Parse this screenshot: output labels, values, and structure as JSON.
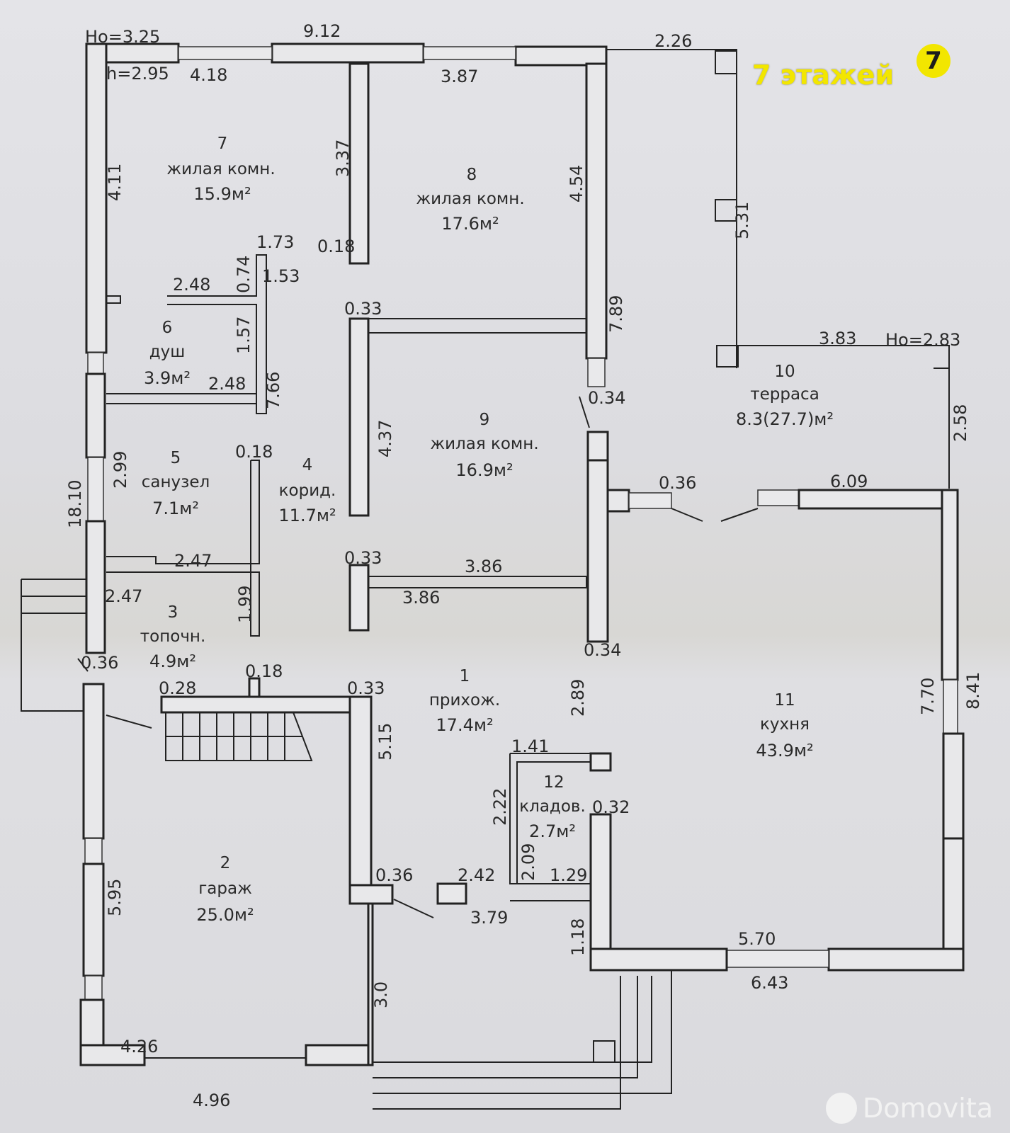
{
  "badge": {
    "text": "7 этажей",
    "logo": "7"
  },
  "watermark": {
    "text": "Domovita"
  },
  "rooms": [
    {
      "num": "7",
      "name": "жилая комн.",
      "area": "15.9м²"
    },
    {
      "num": "8",
      "name": "жилая комн.",
      "area": "17.6м²"
    },
    {
      "num": "6",
      "name": "душ",
      "area": "3.9м²"
    },
    {
      "num": "10",
      "name": "терраса",
      "area": "8.3(27.7)м²"
    },
    {
      "num": "9",
      "name": "жилая комн.",
      "area": "16.9м²"
    },
    {
      "num": "5",
      "name": "санузел",
      "area": "7.1м²"
    },
    {
      "num": "4",
      "name": "корид.",
      "area": "11.7м²"
    },
    {
      "num": "3",
      "name": "топочн.",
      "area": "4.9м²"
    },
    {
      "num": "1",
      "name": "прихож.",
      "area": "17.4м²"
    },
    {
      "num": "11",
      "name": "кухня",
      "area": "43.9м²"
    },
    {
      "num": "12",
      "name": "кладов.",
      "area": "2.7м²"
    },
    {
      "num": "2",
      "name": "гараж",
      "area": "25.0м²"
    }
  ],
  "dims": [
    "Hо=3.25",
    "9.12",
    "2.26",
    "h=2.95",
    "4.18",
    "3.87",
    "4.11",
    "3.37",
    "4.54",
    "5.31",
    "1.73",
    "0.18",
    "0.74",
    "1.53",
    "2.48",
    "0.33",
    "7.89",
    "1.57",
    "2.48",
    "7.66",
    "3.83",
    "Hо=2.83",
    "0.34",
    "2.58",
    "2.99",
    "0.18",
    "4.37",
    "0.36",
    "6.09",
    "18.10",
    "2.47",
    "0.33",
    "3.86",
    "2.47",
    "3.86",
    "1.99",
    "0.34",
    "0.36",
    "0.18",
    "0.28",
    "0.33",
    "2.89",
    "7.70",
    "8.41",
    "5.15",
    "1.41",
    "0.32",
    "2.22",
    "2.09",
    "0.36",
    "2.42",
    "1.29",
    "3.79",
    "5.95",
    "1.18",
    "5.70",
    "6.43",
    "3.0",
    "4.26",
    "4.96"
  ]
}
